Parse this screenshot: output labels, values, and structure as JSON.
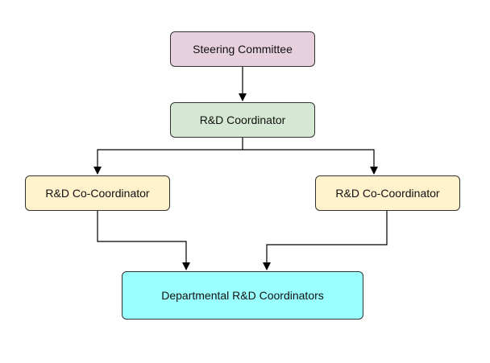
{
  "nodes": {
    "steering": {
      "label": "Steering Committee",
      "color": "#e6d0de"
    },
    "rd_coordinator": {
      "label": "R&D Coordinator",
      "color": "#d5e8d4"
    },
    "co_left": {
      "label": "R&D Co-Coordinator",
      "color": "#fff2cc"
    },
    "co_right": {
      "label": "R&D Co-Coordinator",
      "color": "#fff2cc"
    },
    "departmental": {
      "label": "Departmental R&D Coordinators",
      "color": "#99ffff"
    }
  },
  "colors": {
    "stroke": "#000000",
    "border": "#333333"
  }
}
